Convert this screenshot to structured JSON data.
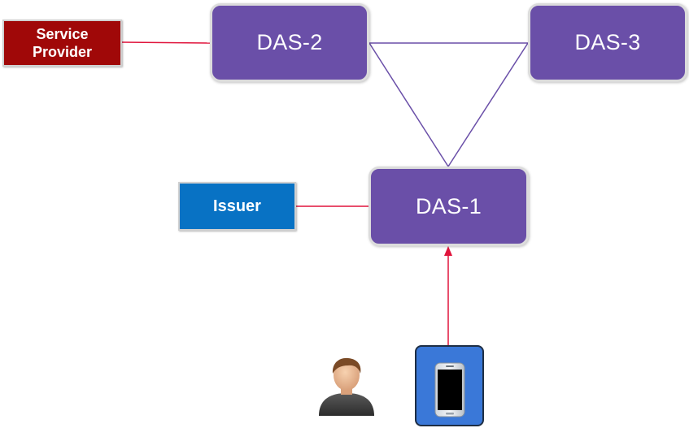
{
  "nodes": {
    "das1": "DAS-1",
    "das2": "DAS-2",
    "das3": "DAS-3"
  },
  "service_provider": {
    "line1": "Service",
    "line2": "Provider"
  },
  "issuer": "Issuer",
  "colors": {
    "das_node": "#6a4fa8",
    "service_provider": "#a00808",
    "issuer": "#0872c4",
    "red_link": "#e0143c",
    "purple_link": "#6a4fa8",
    "phone_frame": "#3a78d8"
  },
  "icons": {
    "user": "user-icon",
    "phone": "smartphone-icon"
  }
}
